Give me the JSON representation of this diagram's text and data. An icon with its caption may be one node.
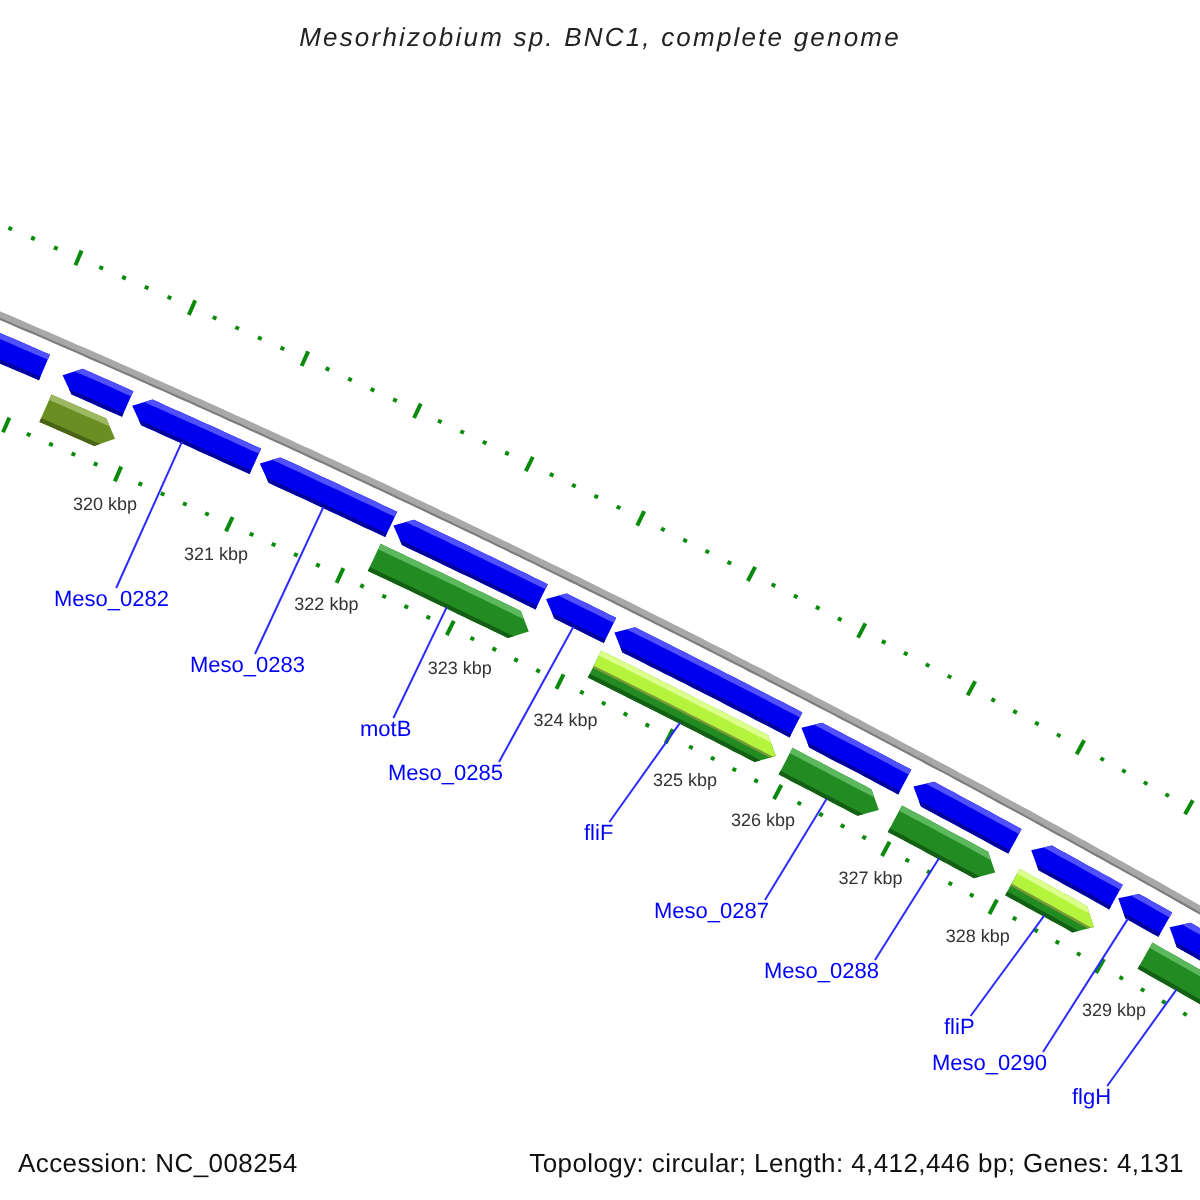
{
  "diagram": {
    "title": "Mesorhizobium sp. BNC1, complete genome",
    "nodes": [
      {
        "text": [
          "Meso_0282"
        ]
      },
      {
        "text": [
          "Meso_0283"
        ]
      },
      {
        "text": [
          "motB"
        ]
      },
      {
        "text": [
          "Meso_0285"
        ]
      },
      {
        "text": [
          "fliF"
        ]
      },
      {
        "text": [
          "Meso_0287"
        ]
      },
      {
        "text": [
          "Meso_0288"
        ]
      },
      {
        "text": [
          "fliP"
        ]
      },
      {
        "text": [
          "Meso_0290"
        ]
      },
      {
        "text": [
          "flgH"
        ]
      },
      {
        "text": [],
        "shape": "bar"
      },
      {
        "text": [],
        "shape": "bar"
      },
      {
        "text": [],
        "shape": "bar"
      },
      {
        "text": [],
        "shape": "bar"
      },
      {
        "text": [],
        "shape": "bar"
      },
      {
        "text": [],
        "shape": "bar"
      },
      {
        "text": [],
        "shape": "bar"
      },
      {
        "text": [],
        "shape": "bar"
      },
      {
        "text": [],
        "shape": "bar"
      },
      {
        "text": [],
        "shape": "bar"
      },
      {
        "text": [],
        "shape": "bar"
      },
      {
        "text": [],
        "shape": "bar"
      },
      {
        "text": [],
        "shape": "bar"
      },
      {
        "text": [],
        "shape": "bar"
      },
      {
        "text": [],
        "shape": "bar"
      },
      {
        "text": [],
        "shape": "bar"
      },
      {
        "text": [],
        "shape": "bar"
      },
      {
        "text": [],
        "shape": "bar"
      },
      {
        "text": [],
        "shape": "bar"
      }
    ],
    "edges": [
      {
        "from": 0,
        "to": 13,
        "arrow": "none"
      },
      {
        "from": 1,
        "to": 14,
        "arrow": "none"
      },
      {
        "from": 2,
        "to": 15,
        "arrow": "none"
      },
      {
        "from": 3,
        "to": 17,
        "arrow": "none"
      },
      {
        "from": 4,
        "to": 18,
        "arrow": "none"
      },
      {
        "from": 5,
        "to": 21,
        "arrow": "none"
      },
      {
        "from": 6,
        "to": 22,
        "arrow": "none"
      },
      {
        "from": 7,
        "to": 24,
        "arrow": "none"
      },
      {
        "from": 8,
        "to": 26,
        "arrow": "none"
      },
      {
        "from": 9,
        "to": 27,
        "arrow": "none"
      }
    ],
    "labels": [
      "320 kbp",
      "321 kbp",
      "322 kbp",
      "323 kbp",
      "324 kbp",
      "325 kbp",
      "326 kbp",
      "327 kbp",
      "328 kbp",
      "329 kbp",
      "Accession: NC_008254",
      "Topology: circular; Length: 4,412,446 bp; Genes: 4,131"
    ]
  }
}
